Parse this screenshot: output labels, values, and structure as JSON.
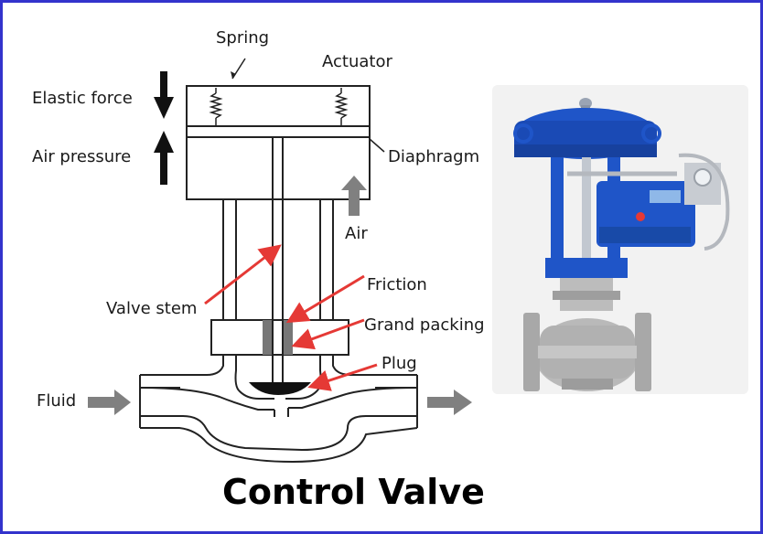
{
  "labels": {
    "spring": "Spring",
    "actuator": "Actuator",
    "elastic_force": "Elastic force",
    "air_pressure": "Air pressure",
    "diaphragm": "Diaphragm",
    "air": "Air",
    "friction": "Friction",
    "valve_stem": "Valve stem",
    "grand_packing": "Grand packing",
    "plug": "Plug",
    "fluid": "Fluid"
  },
  "title": "Control Valve",
  "colors": {
    "border": "#3333cc",
    "pointer_arrow": "#e53935",
    "flow_arrow": "#808080",
    "actuator_blue": "#1f55c8",
    "stainless": "#b7b7b7"
  },
  "icons": [
    "down-arrow-icon",
    "up-arrow-icon",
    "spring-icon",
    "flow-arrow-icon"
  ]
}
